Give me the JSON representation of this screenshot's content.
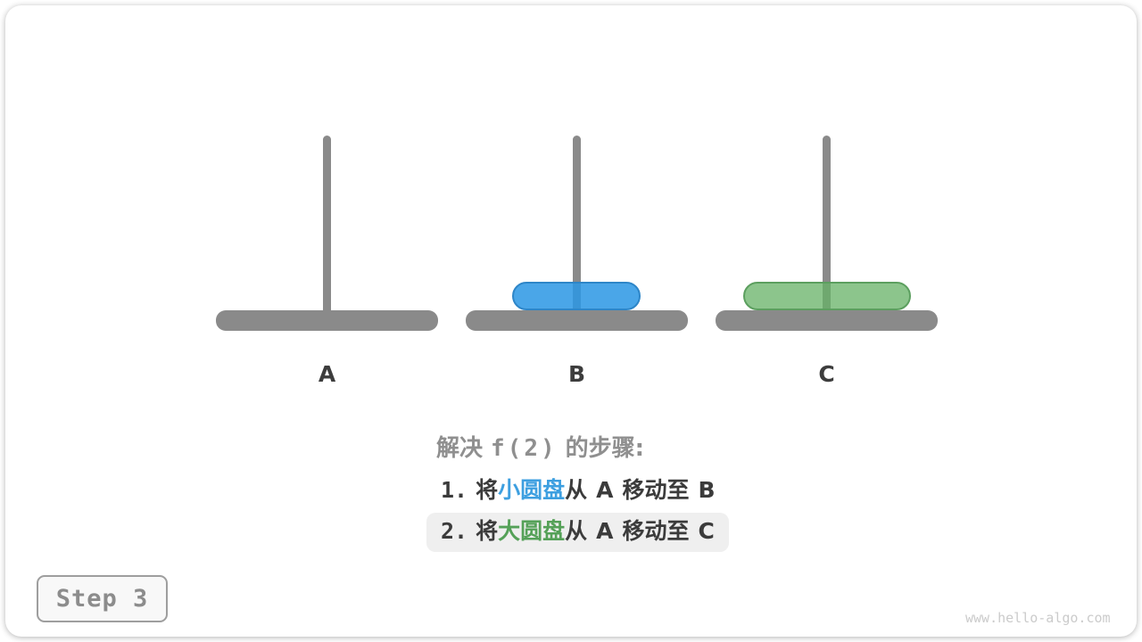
{
  "figure": {
    "topic": "tower-of-hanoi",
    "pegs": [
      {
        "label": "A"
      },
      {
        "label": "B"
      },
      {
        "label": "C"
      }
    ],
    "discs": [
      {
        "name": "small-disc",
        "on_peg": "B",
        "fill": "#4AA6E8",
        "border": "#2E86C8"
      },
      {
        "name": "large-disc",
        "on_peg": "C",
        "fill": "#8BC58B",
        "border": "#5C9F5F"
      }
    ]
  },
  "explanation": {
    "title_prefix": "解决",
    "title_fn": "f(2)",
    "title_suffix": "的步骤:",
    "steps": [
      {
        "num": "1.",
        "verb": "将",
        "disc": "小圆盘",
        "from_word": "从",
        "from": "A",
        "move_word": "移动至",
        "to": "B",
        "highlighted": false,
        "disc_color": "#3D9FE0"
      },
      {
        "num": "2.",
        "verb": "将",
        "disc": "大圆盘",
        "from_word": "从",
        "from": "A",
        "move_word": "移动至",
        "to": "C",
        "highlighted": true,
        "disc_color": "#55A158"
      }
    ]
  },
  "step_badge": {
    "label": "Step 3"
  },
  "watermark": {
    "text": "www.hello-algo.com"
  },
  "colors": {
    "structure_gray": "#8A8A8A",
    "peg_label": "#3D3D3D",
    "title_gray": "#8F8F8F",
    "body_text": "#3B3B3B",
    "highlight_bg": "#EFEFEF",
    "badge_border": "#9E9E9E",
    "badge_text": "#8C8C8C",
    "watermark_gray": "#CBCBCB"
  }
}
